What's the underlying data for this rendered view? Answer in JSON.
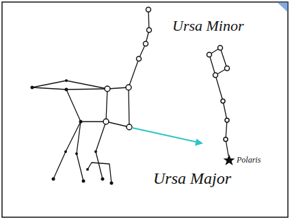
{
  "diagram": {
    "labels": [
      "Ursa Minor",
      "Ursa Major",
      "Polaris"
    ]
  }
}
